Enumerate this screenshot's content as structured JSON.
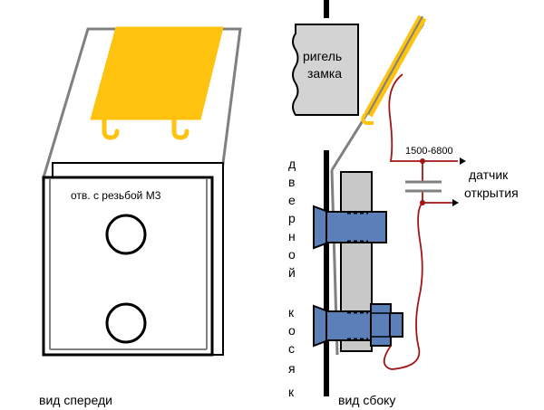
{
  "front_view": {
    "hole_label": "отв. с резьбой М3",
    "caption": "вид спереди"
  },
  "side_view": {
    "bolt_label_line1": "ригель",
    "bolt_label_line2": "замка",
    "jamb_label_letters": [
      "д",
      "в",
      "е",
      "р",
      "н",
      "о",
      "й",
      "к",
      "о",
      "с",
      "я",
      "к"
    ],
    "resistor_label": "1500-6800",
    "sensor_label_line1": "датчик",
    "sensor_label_line2": "открытия",
    "caption": "вид сбоку"
  },
  "colors": {
    "plate_yellow": "#ffc20e",
    "bolt_blue": "#5b7fb8",
    "wire_red": "#a31515",
    "bracket_gray": "#c8c8c8",
    "outline_gray": "#808080",
    "lock_bolt_gray": "#d3d3d3"
  }
}
